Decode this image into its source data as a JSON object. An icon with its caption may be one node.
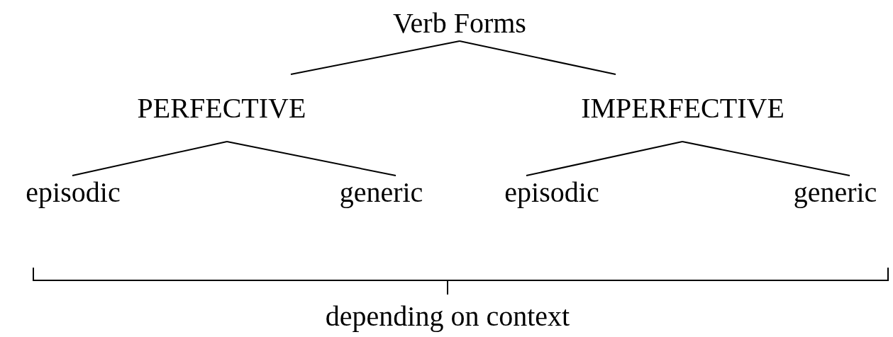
{
  "diagram": {
    "nodes": [
      {
        "text": [
          "Verb Forms"
        ]
      },
      {
        "text": [
          "PERFECTIVE"
        ]
      },
      {
        "text": [
          "IMPERFECTIVE"
        ]
      },
      {
        "text": [
          "episodic"
        ]
      },
      {
        "text": [
          "generic"
        ]
      },
      {
        "text": [
          "episodic"
        ]
      },
      {
        "text": [
          "generic"
        ]
      }
    ],
    "edges": [
      {
        "from": 0,
        "to": 1,
        "arrow": "none"
      },
      {
        "from": 0,
        "to": 2,
        "arrow": "none"
      },
      {
        "from": 1,
        "to": 3,
        "arrow": "none"
      },
      {
        "from": 1,
        "to": 4,
        "arrow": "none"
      },
      {
        "from": 2,
        "to": 5,
        "arrow": "none"
      },
      {
        "from": 2,
        "to": 6,
        "arrow": "none"
      }
    ],
    "labels": [
      "depending on context"
    ]
  }
}
